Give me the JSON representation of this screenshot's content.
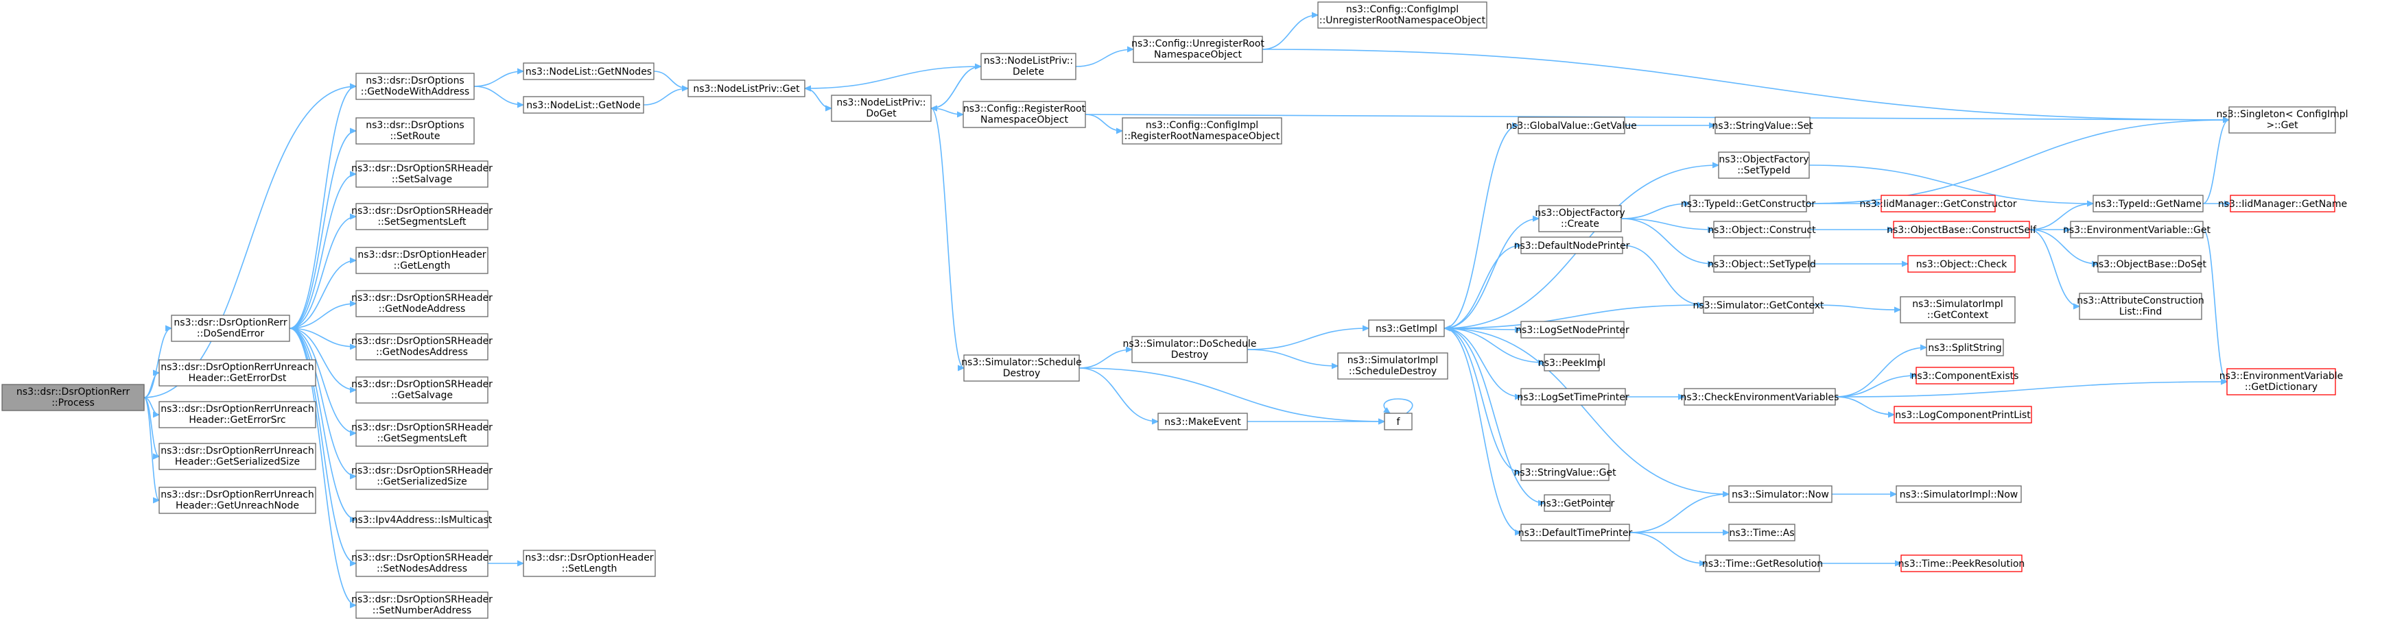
{
  "nodes": {
    "root": [
      "ns3::dsr::DsrOptionRerr",
      "::Process"
    ],
    "sendErr": [
      "ns3::dsr::DsrOptionRerr",
      "::DoSendError"
    ],
    "ureErrDst": [
      "ns3::dsr::DsrOptionRerrUnreach",
      "Header::GetErrorDst"
    ],
    "ureErrSrc": [
      "ns3::dsr::DsrOptionRerrUnreach",
      "Header::GetErrorSrc"
    ],
    "ureSerSize": [
      "ns3::dsr::DsrOptionRerrUnreach",
      "Header::GetSerializedSize"
    ],
    "ureUnreach": [
      "ns3::dsr::DsrOptionRerrUnreach",
      "Header::GetUnreachNode"
    ],
    "getNodeWA": [
      "ns3::dsr::DsrOptions",
      "::GetNodeWithAddress"
    ],
    "setRoute": [
      "ns3::dsr::DsrOptions",
      "::SetRoute"
    ],
    "srSetSalvage": [
      "ns3::dsr::DsrOptionSRHeader",
      "::SetSalvage"
    ],
    "srSetSegLeft": [
      "ns3::dsr::DsrOptionSRHeader",
      "::SetSegmentsLeft"
    ],
    "ohGetLength": [
      "ns3::dsr::DsrOptionHeader",
      "::GetLength"
    ],
    "srGetNodeAddr": [
      "ns3::dsr::DsrOptionSRHeader",
      "::GetNodeAddress"
    ],
    "srGetNodesAddr": [
      "ns3::dsr::DsrOptionSRHeader",
      "::GetNodesAddress"
    ],
    "srGetSalvage": [
      "ns3::dsr::DsrOptionSRHeader",
      "::GetSalvage"
    ],
    "srGetSegLeft": [
      "ns3::dsr::DsrOptionSRHeader",
      "::GetSegmentsLeft"
    ],
    "srGetSerSize": [
      "ns3::dsr::DsrOptionSRHeader",
      "::GetSerializedSize"
    ],
    "ipv4Multi": [
      "ns3::Ipv4Address::IsMulticast"
    ],
    "srSetNodesAddr": [
      "ns3::dsr::DsrOptionSRHeader",
      "::SetNodesAddress"
    ],
    "srSetNumAddr": [
      "ns3::dsr::DsrOptionSRHeader",
      "::SetNumberAddress"
    ],
    "ohSetLength": [
      "ns3::dsr::DsrOptionHeader",
      "::SetLength"
    ],
    "nlGetNNodes": [
      "ns3::NodeList::GetNNodes"
    ],
    "nlGetNode": [
      "ns3::NodeList::GetNode"
    ],
    "nlpGet": [
      "ns3::NodeListPriv::Get"
    ],
    "nlpDoGet": [
      "ns3::NodeListPriv::",
      "DoGet"
    ],
    "nlpDelete": [
      "ns3::NodeListPriv::",
      "Delete"
    ],
    "cfgUnreg": [
      "ns3::Config::UnregisterRoot",
      "NamespaceObject"
    ],
    "cfgImplUnreg": [
      "ns3::Config::ConfigImpl",
      "::UnregisterRootNamespaceObject"
    ],
    "cfgReg": [
      "ns3::Config::RegisterRoot",
      "NamespaceObject"
    ],
    "cfgImplReg": [
      "ns3::Config::ConfigImpl",
      "::RegisterRootNamespaceObject"
    ],
    "singletonGet": [
      "ns3::Singleton< ConfigImpl",
      " >::Get"
    ],
    "simSchedDestroy": [
      "ns3::Simulator::Schedule",
      "Destroy"
    ],
    "simDoSchedDestroy": [
      "ns3::Simulator::DoSchedule",
      "Destroy"
    ],
    "simImplSchedDestroy": [
      "ns3::SimulatorImpl",
      "::ScheduleDestroy"
    ],
    "makeEvent": [
      "ns3::MakeEvent"
    ],
    "f": [
      "f"
    ],
    "getImpl": [
      "ns3::GetImpl"
    ],
    "gvGetValue": [
      "ns3::GlobalValue::GetValue"
    ],
    "svSet": [
      "ns3::StringValue::Set"
    ],
    "ofSetTypeId": [
      "ns3::ObjectFactory",
      "::SetTypeId"
    ],
    "ofCreate": [
      "ns3::ObjectFactory",
      "::Create"
    ],
    "tidGetCtor": [
      "ns3::TypeId::GetConstructor"
    ],
    "iidGetCtor": [
      "ns3::IidManager::GetConstructor"
    ],
    "tidGetName": [
      "ns3::TypeId::GetName"
    ],
    "iidGetName": [
      "ns3::IidManager::GetName"
    ],
    "objConstruct": [
      "ns3::Object::Construct"
    ],
    "obConstructSelf": [
      "ns3::ObjectBase::ConstructSelf"
    ],
    "envGet": [
      "ns3::EnvironmentVariable::Get"
    ],
    "obDoSet": [
      "ns3::ObjectBase::DoSet"
    ],
    "attrFind": [
      "ns3::AttributeConstruction",
      "List::Find"
    ],
    "envGetDict": [
      "ns3::EnvironmentVariable",
      "::GetDictionary"
    ],
    "objSetTypeId": [
      "ns3::Object::SetTypeId"
    ],
    "objCheck": [
      "ns3::Object::Check"
    ],
    "defNodePrinter": [
      "ns3::DefaultNodePrinter"
    ],
    "simGetContext": [
      "ns3::Simulator::GetContext"
    ],
    "simImplGetContext": [
      "ns3::SimulatorImpl",
      "::GetContext"
    ],
    "logSetNodePrinter": [
      "ns3::LogSetNodePrinter"
    ],
    "peekImpl": [
      "ns3::PeekImpl"
    ],
    "logSetTimePrinter": [
      "ns3::LogSetTimePrinter"
    ],
    "checkEnv": [
      "ns3::CheckEnvironmentVariables"
    ],
    "splitString": [
      "ns3::SplitString"
    ],
    "compExists": [
      "ns3::ComponentExists"
    ],
    "logCompPrint": [
      "ns3::LogComponentPrintList"
    ],
    "svGet": [
      "ns3::StringValue::Get"
    ],
    "getPointer": [
      "ns3::GetPointer"
    ],
    "simNow": [
      "ns3::Simulator::Now"
    ],
    "simImplNow": [
      "ns3::SimulatorImpl::Now"
    ],
    "defTimePrinter": [
      "ns3::DefaultTimePrinter"
    ],
    "timeAs": [
      "ns3::Time::As"
    ],
    "timeGetRes": [
      "ns3::Time::GetResolution"
    ],
    "timePeekRes": [
      "ns3::Time::PeekResolution"
    ]
  },
  "root_node": "root",
  "truncated_nodes": [
    "iidGetCtor",
    "iidGetName",
    "obConstructSelf",
    "envGetDict",
    "objCheck",
    "compExists",
    "logCompPrint",
    "timePeekRes"
  ],
  "edges": [
    [
      "root",
      "sendErr"
    ],
    [
      "root",
      "ureErrDst"
    ],
    [
      "root",
      "ureErrSrc"
    ],
    [
      "root",
      "ureSerSize"
    ],
    [
      "root",
      "ureUnreach"
    ],
    [
      "root",
      "getNodeWA"
    ],
    [
      "sendErr",
      "getNodeWA"
    ],
    [
      "sendErr",
      "setRoute"
    ],
    [
      "sendErr",
      "srSetSalvage"
    ],
    [
      "sendErr",
      "srSetSegLeft"
    ],
    [
      "sendErr",
      "ohGetLength"
    ],
    [
      "sendErr",
      "srGetNodeAddr"
    ],
    [
      "sendErr",
      "srGetNodesAddr"
    ],
    [
      "sendErr",
      "srGetSalvage"
    ],
    [
      "sendErr",
      "srGetSegLeft"
    ],
    [
      "sendErr",
      "srGetSerSize"
    ],
    [
      "sendErr",
      "ipv4Multi"
    ],
    [
      "sendErr",
      "srSetNodesAddr"
    ],
    [
      "sendErr",
      "srSetNumAddr"
    ],
    [
      "srSetNodesAddr",
      "ohSetLength"
    ],
    [
      "getNodeWA",
      "nlGetNNodes"
    ],
    [
      "getNodeWA",
      "nlGetNode"
    ],
    [
      "nlGetNNodes",
      "nlpGet"
    ],
    [
      "nlGetNode",
      "nlpGet"
    ],
    [
      "nlpGet",
      "nlpDoGet"
    ],
    [
      "nlpDelete",
      "nlpGet"
    ],
    [
      "nlpDoGet",
      "nlpDelete"
    ],
    [
      "nlpDelete",
      "nlpDoGet"
    ],
    [
      "nlpDelete",
      "cfgUnreg"
    ],
    [
      "cfgUnreg",
      "cfgImplUnreg"
    ],
    [
      "cfgUnreg",
      "singletonGet"
    ],
    [
      "nlpDoGet",
      "cfgReg"
    ],
    [
      "cfgReg",
      "cfgImplReg"
    ],
    [
      "cfgReg",
      "singletonGet"
    ],
    [
      "nlpDoGet",
      "simSchedDestroy"
    ],
    [
      "simSchedDestroy",
      "simDoSchedDestroy"
    ],
    [
      "simSchedDestroy",
      "makeEvent"
    ],
    [
      "simSchedDestroy",
      "f"
    ],
    [
      "simDoSchedDestroy",
      "getImpl"
    ],
    [
      "simDoSchedDestroy",
      "simImplSchedDestroy"
    ],
    [
      "makeEvent",
      "f"
    ],
    [
      "f",
      "f"
    ],
    [
      "getImpl",
      "gvGetValue"
    ],
    [
      "getImpl",
      "ofSetTypeId"
    ],
    [
      "getImpl",
      "ofCreate"
    ],
    [
      "getImpl",
      "defNodePrinter"
    ],
    [
      "getImpl",
      "logSetNodePrinter"
    ],
    [
      "getImpl",
      "peekImpl"
    ],
    [
      "getImpl",
      "logSetTimePrinter"
    ],
    [
      "getImpl",
      "svGet"
    ],
    [
      "getImpl",
      "getPointer"
    ],
    [
      "getImpl",
      "defTimePrinter"
    ],
    [
      "getImpl",
      "simNow"
    ],
    [
      "gvGetValue",
      "svSet"
    ],
    [
      "ofSetTypeId",
      "tidGetName"
    ],
    [
      "ofCreate",
      "tidGetCtor"
    ],
    [
      "ofCreate",
      "objConstruct"
    ],
    [
      "ofCreate",
      "objSetTypeId"
    ],
    [
      "tidGetCtor",
      "iidGetCtor"
    ],
    [
      "tidGetName",
      "iidGetName"
    ],
    [
      "tidGetName",
      "singletonGet"
    ],
    [
      "tidGetCtor",
      "singletonGet"
    ],
    [
      "objConstruct",
      "obConstructSelf"
    ],
    [
      "obConstructSelf",
      "tidGetName"
    ],
    [
      "obConstructSelf",
      "envGet"
    ],
    [
      "obConstructSelf",
      "obDoSet"
    ],
    [
      "obConstructSelf",
      "attrFind"
    ],
    [
      "envGet",
      "envGetDict"
    ],
    [
      "objSetTypeId",
      "objCheck"
    ],
    [
      "defNodePrinter",
      "simGetContext"
    ],
    [
      "simGetContext",
      "getImpl"
    ],
    [
      "simGetContext",
      "simImplGetContext"
    ],
    [
      "logSetTimePrinter",
      "checkEnv"
    ],
    [
      "checkEnv",
      "splitString"
    ],
    [
      "checkEnv",
      "compExists"
    ],
    [
      "checkEnv",
      "logCompPrint"
    ],
    [
      "checkEnv",
      "envGetDict"
    ],
    [
      "defTimePrinter",
      "simNow"
    ],
    [
      "defTimePrinter",
      "timeAs"
    ],
    [
      "defTimePrinter",
      "timeGetRes"
    ],
    [
      "simNow",
      "simImplNow"
    ],
    [
      "timeGetRes",
      "timePeekRes"
    ]
  ]
}
